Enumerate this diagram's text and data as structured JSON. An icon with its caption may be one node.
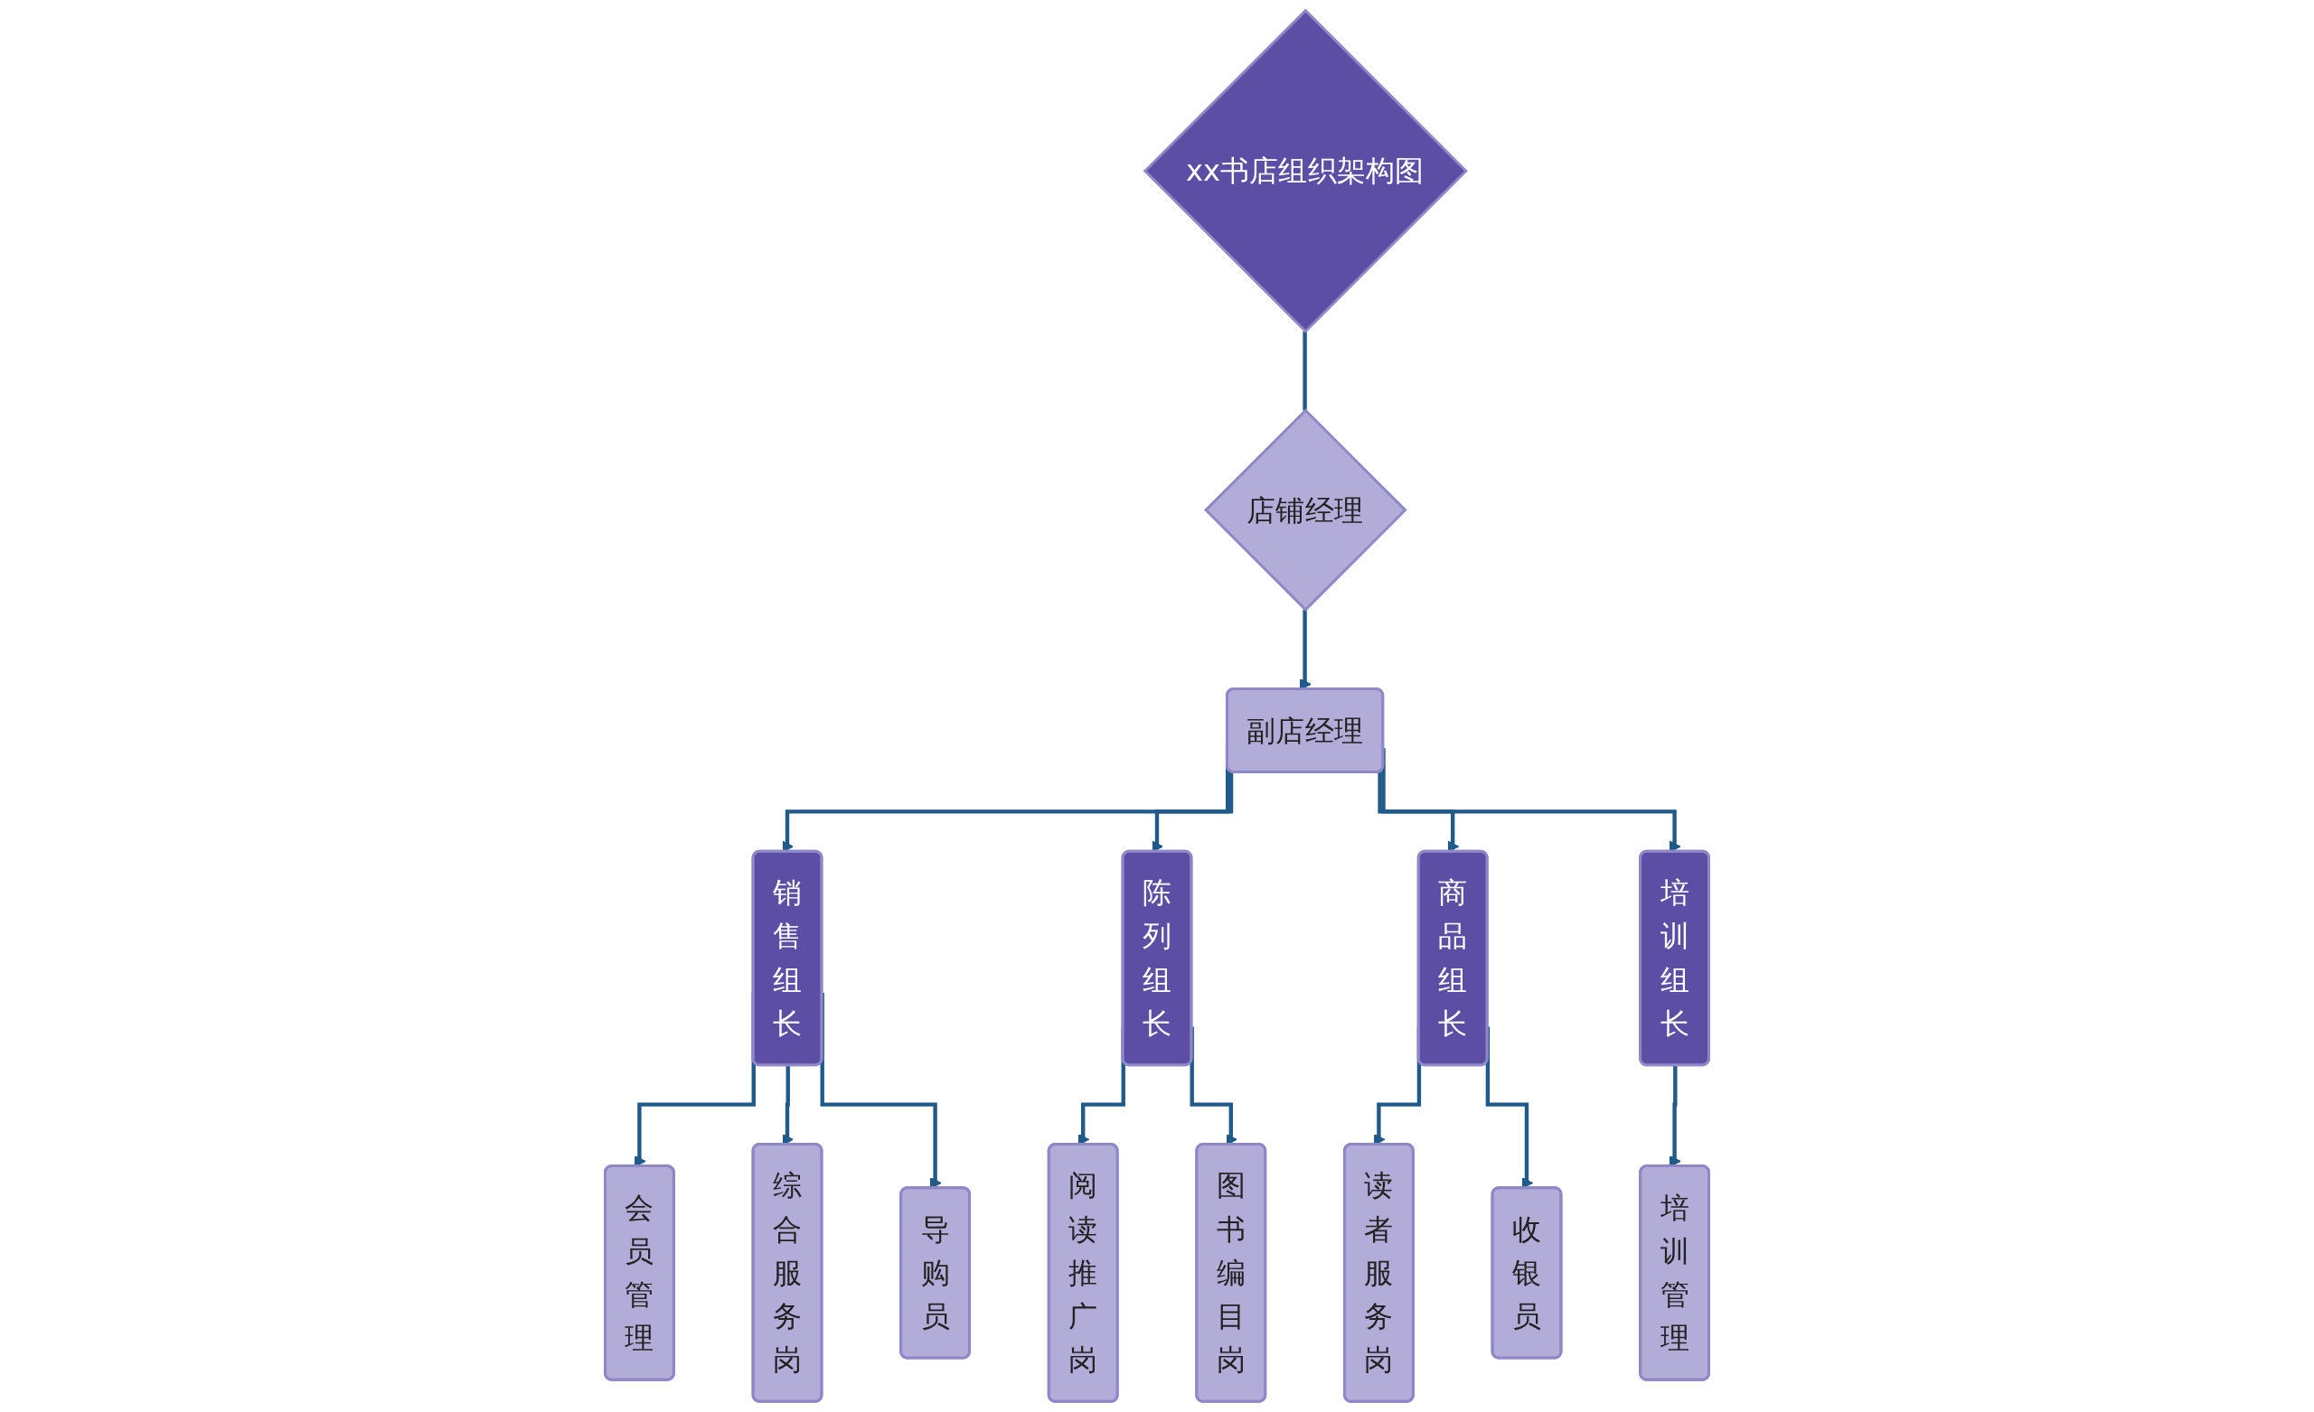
{
  "diagram": {
    "nodes": [
      {
        "text": [
          "xx书店组织架构图"
        ]
      },
      {
        "text": [
          "店铺经理"
        ]
      },
      {
        "text": [
          "副店经理"
        ]
      },
      {
        "text": [
          "销售组长"
        ]
      },
      {
        "text": [
          "陈列组长"
        ]
      },
      {
        "text": [
          "商品组长"
        ]
      },
      {
        "text": [
          "培训组长"
        ]
      },
      {
        "text": [
          "会员管理"
        ]
      },
      {
        "text": [
          "综合服务岗"
        ]
      },
      {
        "text": [
          "导购员"
        ]
      },
      {
        "text": [
          "阅读推广岗"
        ]
      },
      {
        "text": [
          "图书编目岗"
        ]
      },
      {
        "text": [
          "读者服务岗"
        ]
      },
      {
        "text": [
          "收银员"
        ]
      },
      {
        "text": [
          "培训管理"
        ]
      }
    ],
    "edges": [
      {
        "from": 0,
        "to": 1,
        "arrow": "none"
      },
      {
        "from": 1,
        "to": 2,
        "arrow": "to"
      },
      {
        "from": 2,
        "to": 3,
        "arrow": "to"
      },
      {
        "from": 2,
        "to": 4,
        "arrow": "to"
      },
      {
        "from": 2,
        "to": 5,
        "arrow": "to"
      },
      {
        "from": 2,
        "to": 6,
        "arrow": "to"
      },
      {
        "from": 3,
        "to": 7,
        "arrow": "to"
      },
      {
        "from": 3,
        "to": 8,
        "arrow": "to"
      },
      {
        "from": 3,
        "to": 9,
        "arrow": "to"
      },
      {
        "from": 4,
        "to": 10,
        "arrow": "to"
      },
      {
        "from": 4,
        "to": 11,
        "arrow": "to"
      },
      {
        "from": 5,
        "to": 12,
        "arrow": "to"
      },
      {
        "from": 5,
        "to": 13,
        "arrow": "to"
      },
      {
        "from": 6,
        "to": 14,
        "arrow": "to"
      }
    ]
  }
}
